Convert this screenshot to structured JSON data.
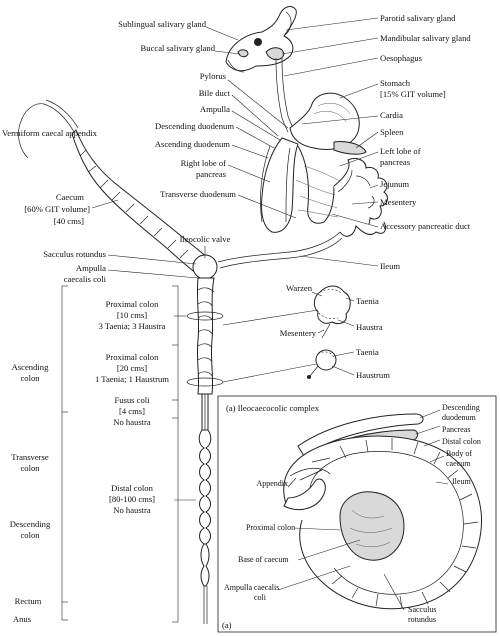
{
  "labels": {
    "parotid": "Parotid salivary gland",
    "sublingual": "Sublingual salivary gland",
    "mandibular": "Mandibular salivary gland",
    "buccal": "Buccal salivary gland",
    "oesophagus": "Oesophagus",
    "pylorus": "Pylorus",
    "stomach": "Stomach",
    "stomach_vol": "[15% GIT volume]",
    "bile_duct": "Bile duct",
    "ampulla": "Ampulla",
    "cardia": "Cardia",
    "desc_duodenum": "Descending duodenum",
    "spleen": "Spleen",
    "asc_duodenum": "Ascending duodenum",
    "left_lobe_1": "Left lobe of",
    "left_lobe_2": "pancreas",
    "right_lobe_1": "Right lobe of",
    "right_lobe_2": "pancreas",
    "vermiform": "Vermiform caecal appendix",
    "jejunum": "Jejunum",
    "transverse_duodenum": "Transverse duodenum",
    "mesentery_top": "Mesentery",
    "accessory_duct": "Accessory pancreatic duct",
    "caecum": "Caecum",
    "caecum_vol": "[60% GIT volume]",
    "caecum_len": "[40 cms]",
    "ileocolic": "Ileocolic valve",
    "sacculus": "Sacculus rotundus",
    "ileum": "Ileum",
    "ampulla_cc_1": "Ampulla",
    "ampulla_cc_2": "caecalis coli",
    "warzen": "Warzen",
    "taenia_1": "Taenia",
    "haustra": "Haustra",
    "mesentery_mid": "Mesentery",
    "taenia_2": "Taenia",
    "haustrum": "Haustrum",
    "prox_colon_1": "Proximal colon",
    "prox_colon_1_len": "[10 cms]",
    "prox_colon_1_desc": "3 Taenia; 3 Haustra",
    "prox_colon_2": "Proximal colon",
    "prox_colon_2_len": "[20 cms]",
    "prox_colon_2_desc": "1 Taenia; 1 Haustrum",
    "fusus_coli": "Fusus coli",
    "fusus_len": "[4 cms]",
    "fusus_desc": "No haustra",
    "distal_colon": "Distal colon",
    "distal_len": "[80-100 cms]",
    "distal_desc": "No haustra",
    "asc_colon_1": "Ascending",
    "asc_colon_2": "colon",
    "trans_colon_1": "Transverse",
    "trans_colon_2": "colon",
    "desc_colon_1": "Descending",
    "desc_colon_2": "colon",
    "rectum": "Rectum",
    "anus": "Anus"
  },
  "inset": {
    "title": "(a) Ileocaecocolic complex",
    "corner_tag": "(a)",
    "desc_duod_1": "Descending",
    "desc_duod_2": "duodenum",
    "pancreas": "Pancreas",
    "distal_colon": "Distal colon",
    "body_caecum_1": "Body of",
    "body_caecum_2": "caecum",
    "appendix": "Appendix",
    "ileum": "Ileum",
    "proximal_colon": "Proximal colon",
    "base_caecum": "Base of caecum",
    "ampulla_1": "Ampulla caecalis",
    "ampulla_2": "coli",
    "sacculus_1": "Sacculus",
    "sacculus_2": "rotundus"
  }
}
